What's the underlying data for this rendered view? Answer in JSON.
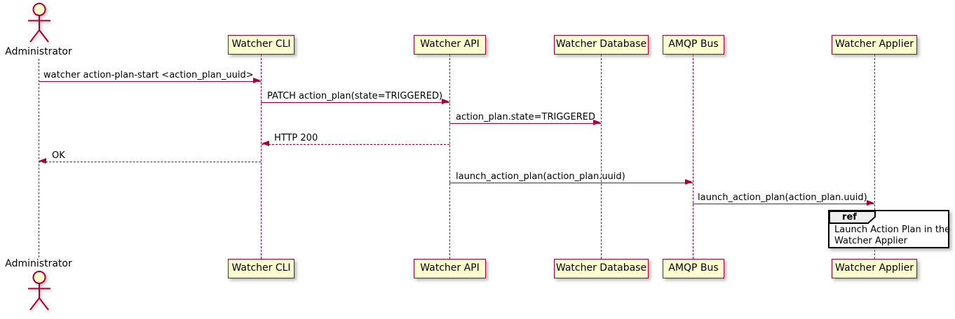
{
  "colors": {
    "participant_fill": "#FEFECE",
    "participant_border": "#A80036",
    "arrow": "#A80036",
    "lifeline": "#A80036",
    "actor_outline": "#A80036",
    "ref_border": "#000000",
    "ref_header_fill": "#EEEEEE",
    "ref_body_fill": "#FFFFFF",
    "text": "#000000"
  },
  "actor": {
    "name": "Administrator"
  },
  "participants": [
    {
      "id": "watcher-cli",
      "label": "Watcher CLI"
    },
    {
      "id": "watcher-api",
      "label": "Watcher API"
    },
    {
      "id": "watcher-database",
      "label": "Watcher Database"
    },
    {
      "id": "amqp-bus",
      "label": "AMQP Bus"
    },
    {
      "id": "watcher-applier",
      "label": "Watcher Applier"
    }
  ],
  "messages": [
    {
      "from": "Administrator",
      "to": "Watcher CLI",
      "label": "watcher action-plan-start <action_plan_uuid>",
      "line": "solid",
      "direction": "right"
    },
    {
      "from": "Watcher CLI",
      "to": "Watcher API",
      "label": "PATCH action_plan(state=TRIGGERED)",
      "line": "solid",
      "direction": "right"
    },
    {
      "from": "Watcher API",
      "to": "Watcher Database",
      "label": "action_plan.state=TRIGGERED",
      "line": "solid",
      "direction": "right"
    },
    {
      "from": "Watcher API",
      "to": "Watcher CLI",
      "label": "HTTP 200",
      "line": "dashed",
      "direction": "left"
    },
    {
      "from": "Watcher CLI",
      "to": "Administrator",
      "label": "OK",
      "line": "dashed",
      "direction": "left"
    },
    {
      "from": "Watcher API",
      "to": "AMQP Bus",
      "label": "launch_action_plan(action_plan.uuid)",
      "line": "solid",
      "direction": "right"
    },
    {
      "from": "AMQP Bus",
      "to": "Watcher Applier",
      "label": "launch_action_plan(action_plan.uuid)",
      "line": "solid",
      "direction": "right"
    }
  ],
  "ref": {
    "keyword": "ref",
    "lines": [
      "Launch Action Plan in the",
      "Watcher Applier"
    ]
  }
}
